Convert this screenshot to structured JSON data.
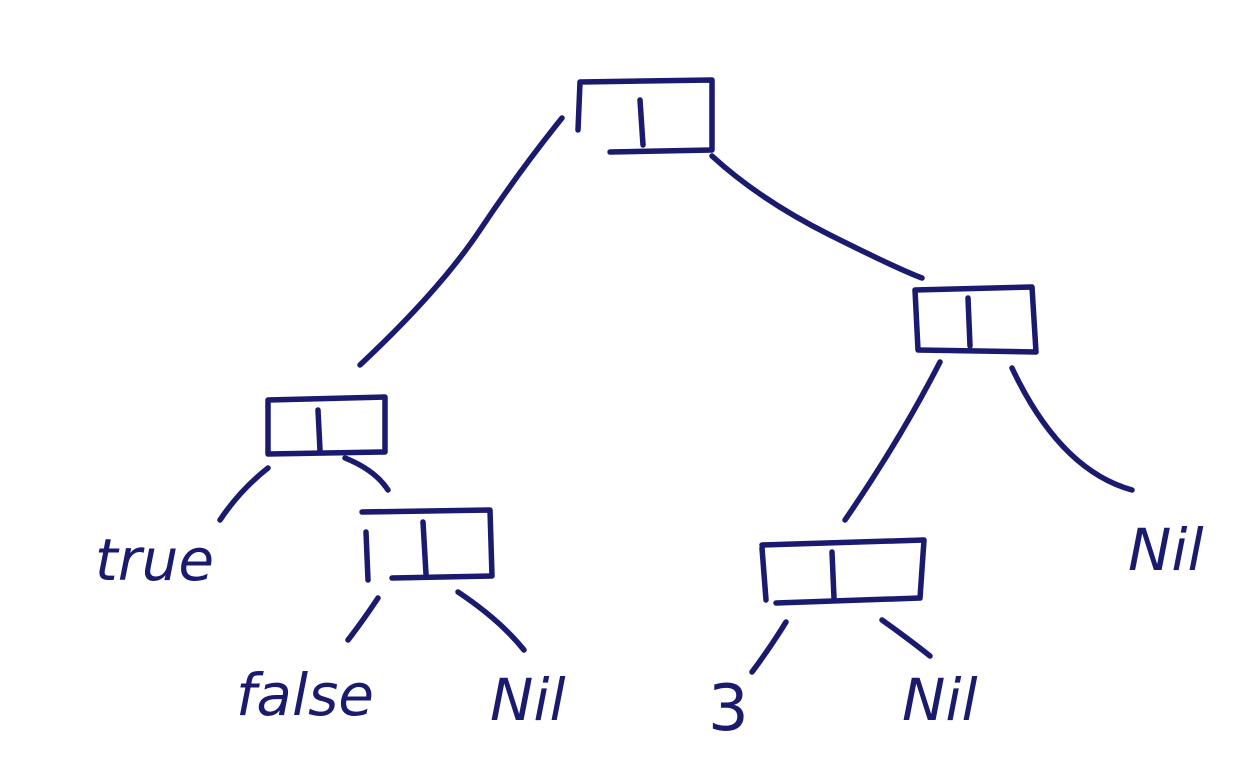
{
  "diagram": {
    "ink_color": "#1a1a6e",
    "background": "#ffffff",
    "leaves": {
      "true_leaf": "true",
      "false_leaf": "false",
      "nil_a": "Nil",
      "three_leaf": "3",
      "nil_b": "Nil",
      "nil_c": "Nil"
    }
  }
}
